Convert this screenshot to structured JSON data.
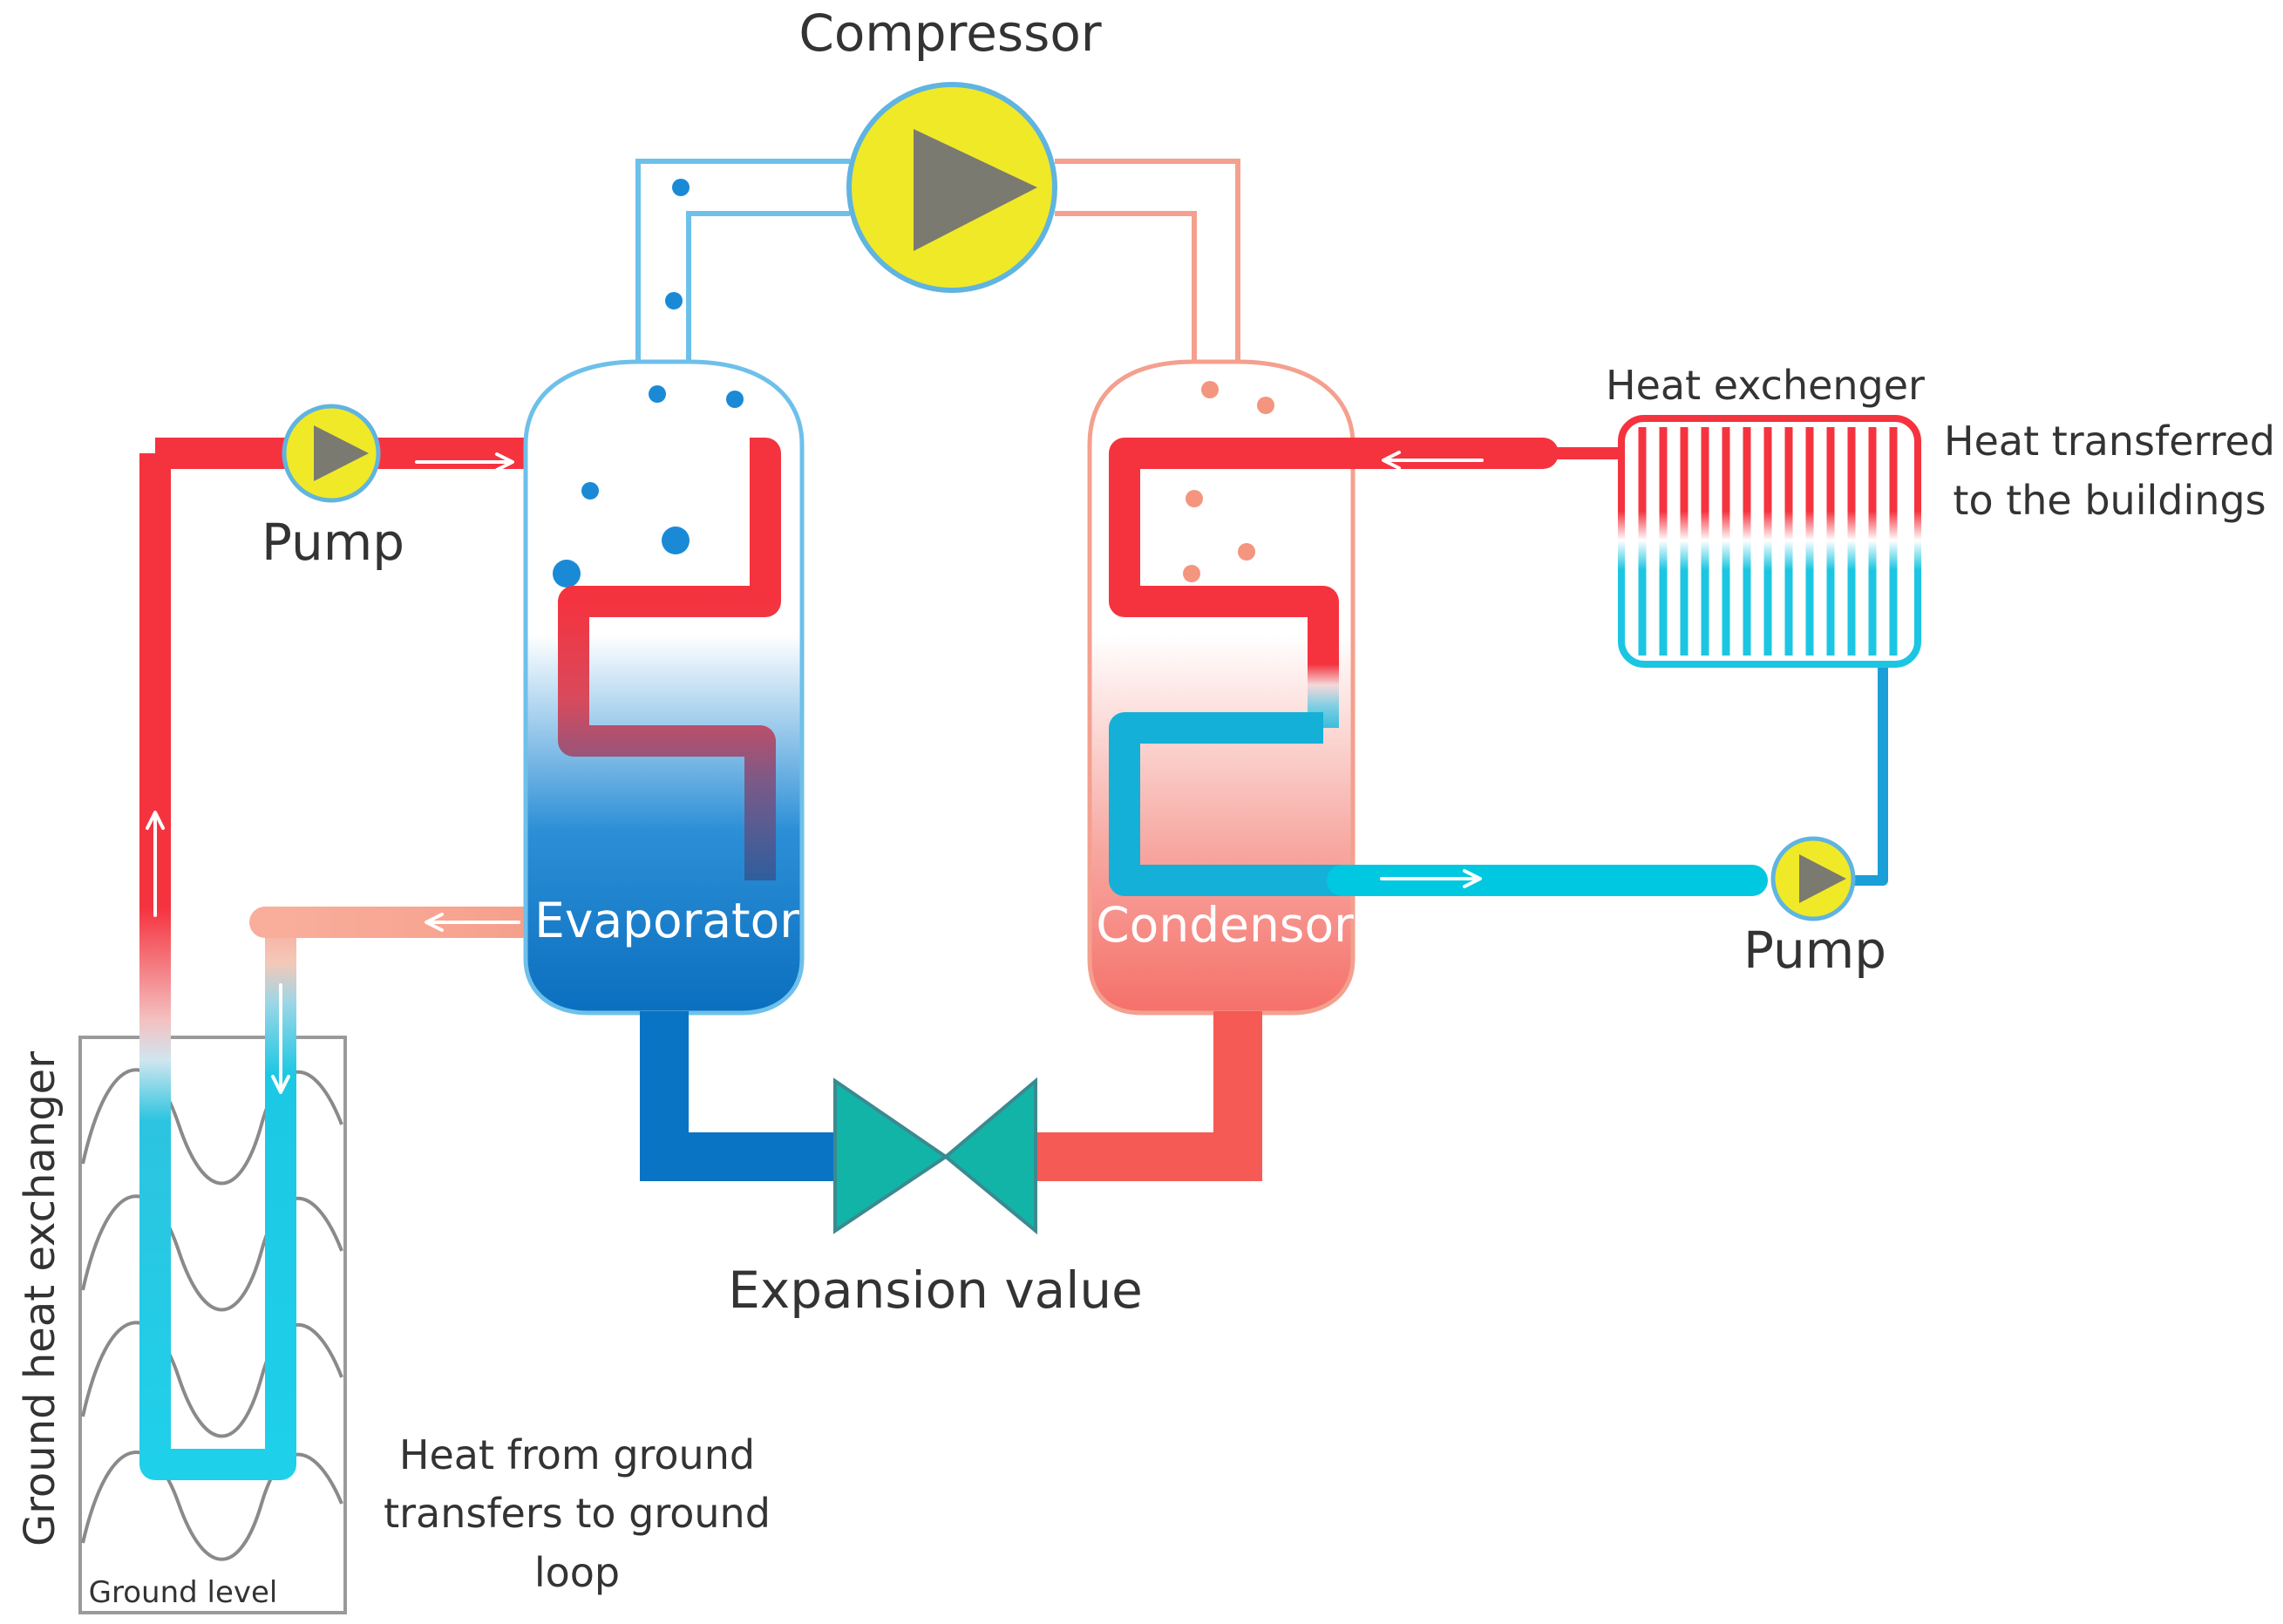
{
  "labels": {
    "compressor": "Compressor",
    "pump_left": "Pump",
    "pump_right": "Pump",
    "heat_exchanger": "Heat exchenger",
    "heat_transferred_line1": "Heat transferred",
    "heat_transferred_line2": "to the buildings",
    "evaporator": "Evaporator",
    "condensor": "Condensor",
    "expansion": "Expansion value",
    "ground_heat_exchanger": "Ground heat exchanger",
    "heat_from_ground_line1": "Heat from ground",
    "heat_from_ground_line2": "transfers to ground",
    "heat_from_ground_line3": "loop",
    "ground_level": "Ground level"
  },
  "colors": {
    "hot_red": "#f5333f",
    "warm_pink": "#f9a090",
    "cold_cyan": "#00c8e0",
    "deep_blue": "#0a74c4",
    "pump_yellow": "#f0e928",
    "pump_gray": "#7a7a70",
    "valve_teal": "#12b4a8",
    "text": "#333333"
  }
}
